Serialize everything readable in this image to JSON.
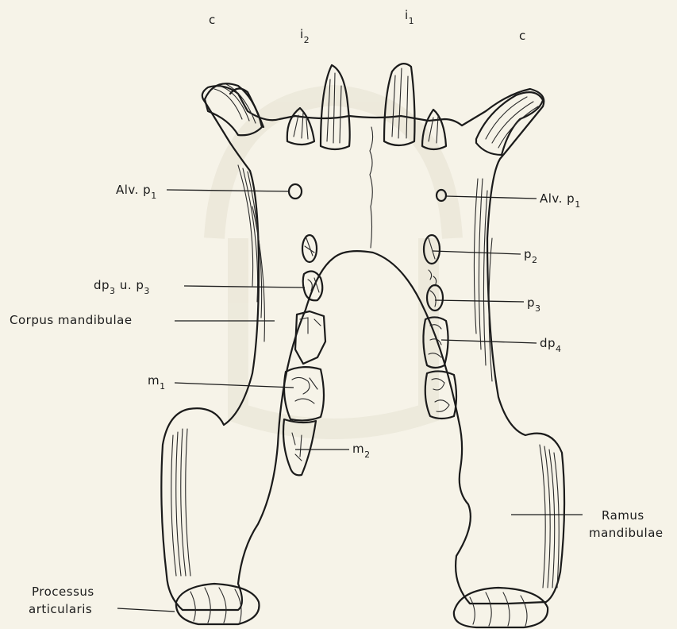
{
  "labels": {
    "c_left": "c",
    "i2": "i",
    "i2_sub": "2",
    "i1": "i",
    "i1_sub": "1",
    "c_right": "c",
    "alv_left": "Alv. p",
    "alv_left_sub": "1",
    "alv_right": "Alv. p",
    "alv_right_sub": "1",
    "p2": "p",
    "p2_sub": "2",
    "dp3": "dp",
    "dp3_sub": "3",
    "dp3_mid": " u. p",
    "dp3_sub2": "3",
    "p3": "p",
    "p3_sub": "3",
    "corpus": "Corpus  mandibulae",
    "dp4": "dp",
    "dp4_sub": "4",
    "m1": "m",
    "m1_sub": "1",
    "m2": "m",
    "m2_sub": "2",
    "ramus_1": "Ramus",
    "ramus_2": "mandibulae",
    "processus_1": "Processus",
    "processus_2": "articularis"
  },
  "colors": {
    "paper": "#f6f3e8",
    "ink": "#1b1b1b"
  }
}
